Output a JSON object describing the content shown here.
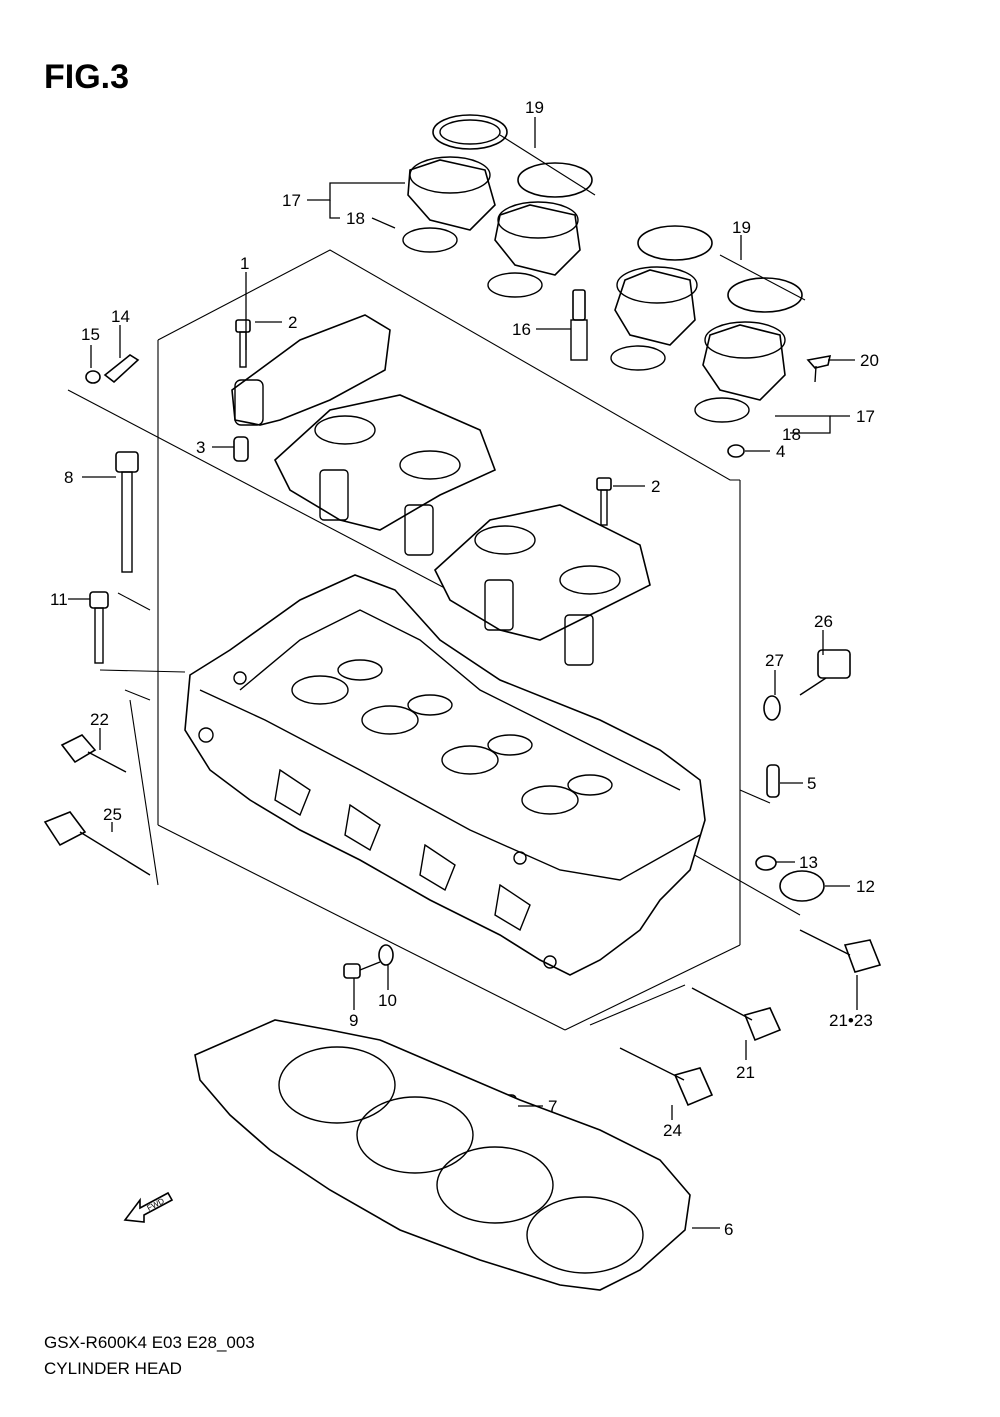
{
  "figure": {
    "title": "FIG.3",
    "model_code": "GSX-R600K4 E03 E28_003",
    "caption": "CYLINDER HEAD"
  },
  "fwd_label": "FWD",
  "callouts": [
    {
      "id": "1",
      "label": "1"
    },
    {
      "id": "2a",
      "label": "2"
    },
    {
      "id": "2b",
      "label": "2"
    },
    {
      "id": "3",
      "label": "3"
    },
    {
      "id": "4",
      "label": "4"
    },
    {
      "id": "5",
      "label": "5"
    },
    {
      "id": "6",
      "label": "6"
    },
    {
      "id": "7",
      "label": "7"
    },
    {
      "id": "8",
      "label": "8"
    },
    {
      "id": "9",
      "label": "9"
    },
    {
      "id": "10",
      "label": "10"
    },
    {
      "id": "11",
      "label": "11"
    },
    {
      "id": "12",
      "label": "12"
    },
    {
      "id": "13",
      "label": "13"
    },
    {
      "id": "14",
      "label": "14"
    },
    {
      "id": "15",
      "label": "15"
    },
    {
      "id": "16",
      "label": "16"
    },
    {
      "id": "17a",
      "label": "17"
    },
    {
      "id": "17b",
      "label": "17"
    },
    {
      "id": "18a",
      "label": "18"
    },
    {
      "id": "18b",
      "label": "18"
    },
    {
      "id": "19a",
      "label": "19"
    },
    {
      "id": "19b",
      "label": "19"
    },
    {
      "id": "20",
      "label": "20"
    },
    {
      "id": "21a",
      "label": "21"
    },
    {
      "id": "21-23",
      "label": "21•23"
    },
    {
      "id": "22",
      "label": "22"
    },
    {
      "id": "24",
      "label": "24"
    },
    {
      "id": "25",
      "label": "25"
    },
    {
      "id": "26",
      "label": "26"
    },
    {
      "id": "27",
      "label": "27"
    }
  ]
}
